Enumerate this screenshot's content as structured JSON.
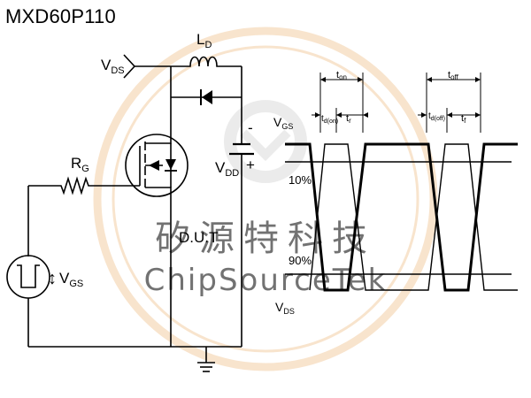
{
  "title": "MXD60P110",
  "watermark": {
    "chinese": "矽源特科技",
    "latin": "ChipSourceTek",
    "color": "#f3cfa6"
  },
  "circuit": {
    "vds_label": "V",
    "vds_sub": "DS",
    "ld_label": "L",
    "ld_sub": "D",
    "rg_label": "R",
    "rg_sub": "G",
    "vgs_label": "V",
    "vgs_sub": "GS",
    "vdd_label": "V",
    "vdd_sub": "DD",
    "vdd_minus": "-",
    "vdd_plus": "+",
    "dut_label": "D.U.T",
    "vgs_arrow": "↕"
  },
  "timing": {
    "ton_label": "t",
    "ton_sub": "on",
    "toff_label": "t",
    "toff_sub": "off",
    "tdon_label": "t",
    "tdon_sub": "d(on)",
    "tr_label": "t",
    "tr_sub": "r",
    "tdoff_label": "t",
    "tdoff_sub": "d(off)",
    "tf_label": "t",
    "tf_sub": "f",
    "vgs_label": "V",
    "vgs_sub": "GS",
    "vds_label": "V",
    "vds_sub": "DS",
    "level_10": "10%",
    "level_90": "90%"
  }
}
